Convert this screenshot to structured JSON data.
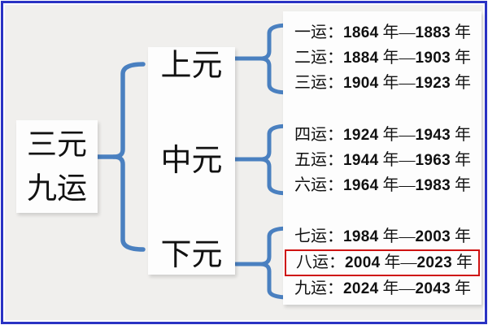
{
  "page_title": "三元九运",
  "colors": {
    "accent_blue": "#4a80c0",
    "highlight_red": "#cf1211",
    "frame_blue": "#2a32c4",
    "background_gray": "#f0efed",
    "box_white": "#fdfdfd",
    "text_black": "#111111"
  },
  "root_label": {
    "line1": "三元",
    "line2": "九运"
  },
  "row_format": {
    "colon": "：",
    "year_suffix": " 年",
    "dash": "—"
  },
  "groups": [
    {
      "label": "上元",
      "periods": [
        {
          "name": "一运",
          "start": "1864",
          "end": "1883",
          "highlighted": false
        },
        {
          "name": "二运",
          "start": "1884",
          "end": "1903",
          "highlighted": false
        },
        {
          "name": "三运",
          "start": "1904",
          "end": "1923",
          "highlighted": false
        }
      ]
    },
    {
      "label": "中元",
      "periods": [
        {
          "name": "四运",
          "start": "1924",
          "end": "1943",
          "highlighted": false
        },
        {
          "name": "五运",
          "start": "1944",
          "end": "1963",
          "highlighted": false
        },
        {
          "name": "六运",
          "start": "1964",
          "end": "1983",
          "highlighted": false
        }
      ]
    },
    {
      "label": "下元",
      "periods": [
        {
          "name": "七运",
          "start": "1984",
          "end": "2003",
          "highlighted": false
        },
        {
          "name": "八运",
          "start": "2004",
          "end": "2023",
          "highlighted": true
        },
        {
          "name": "九运",
          "start": "2024",
          "end": "2043",
          "highlighted": false
        }
      ]
    }
  ]
}
